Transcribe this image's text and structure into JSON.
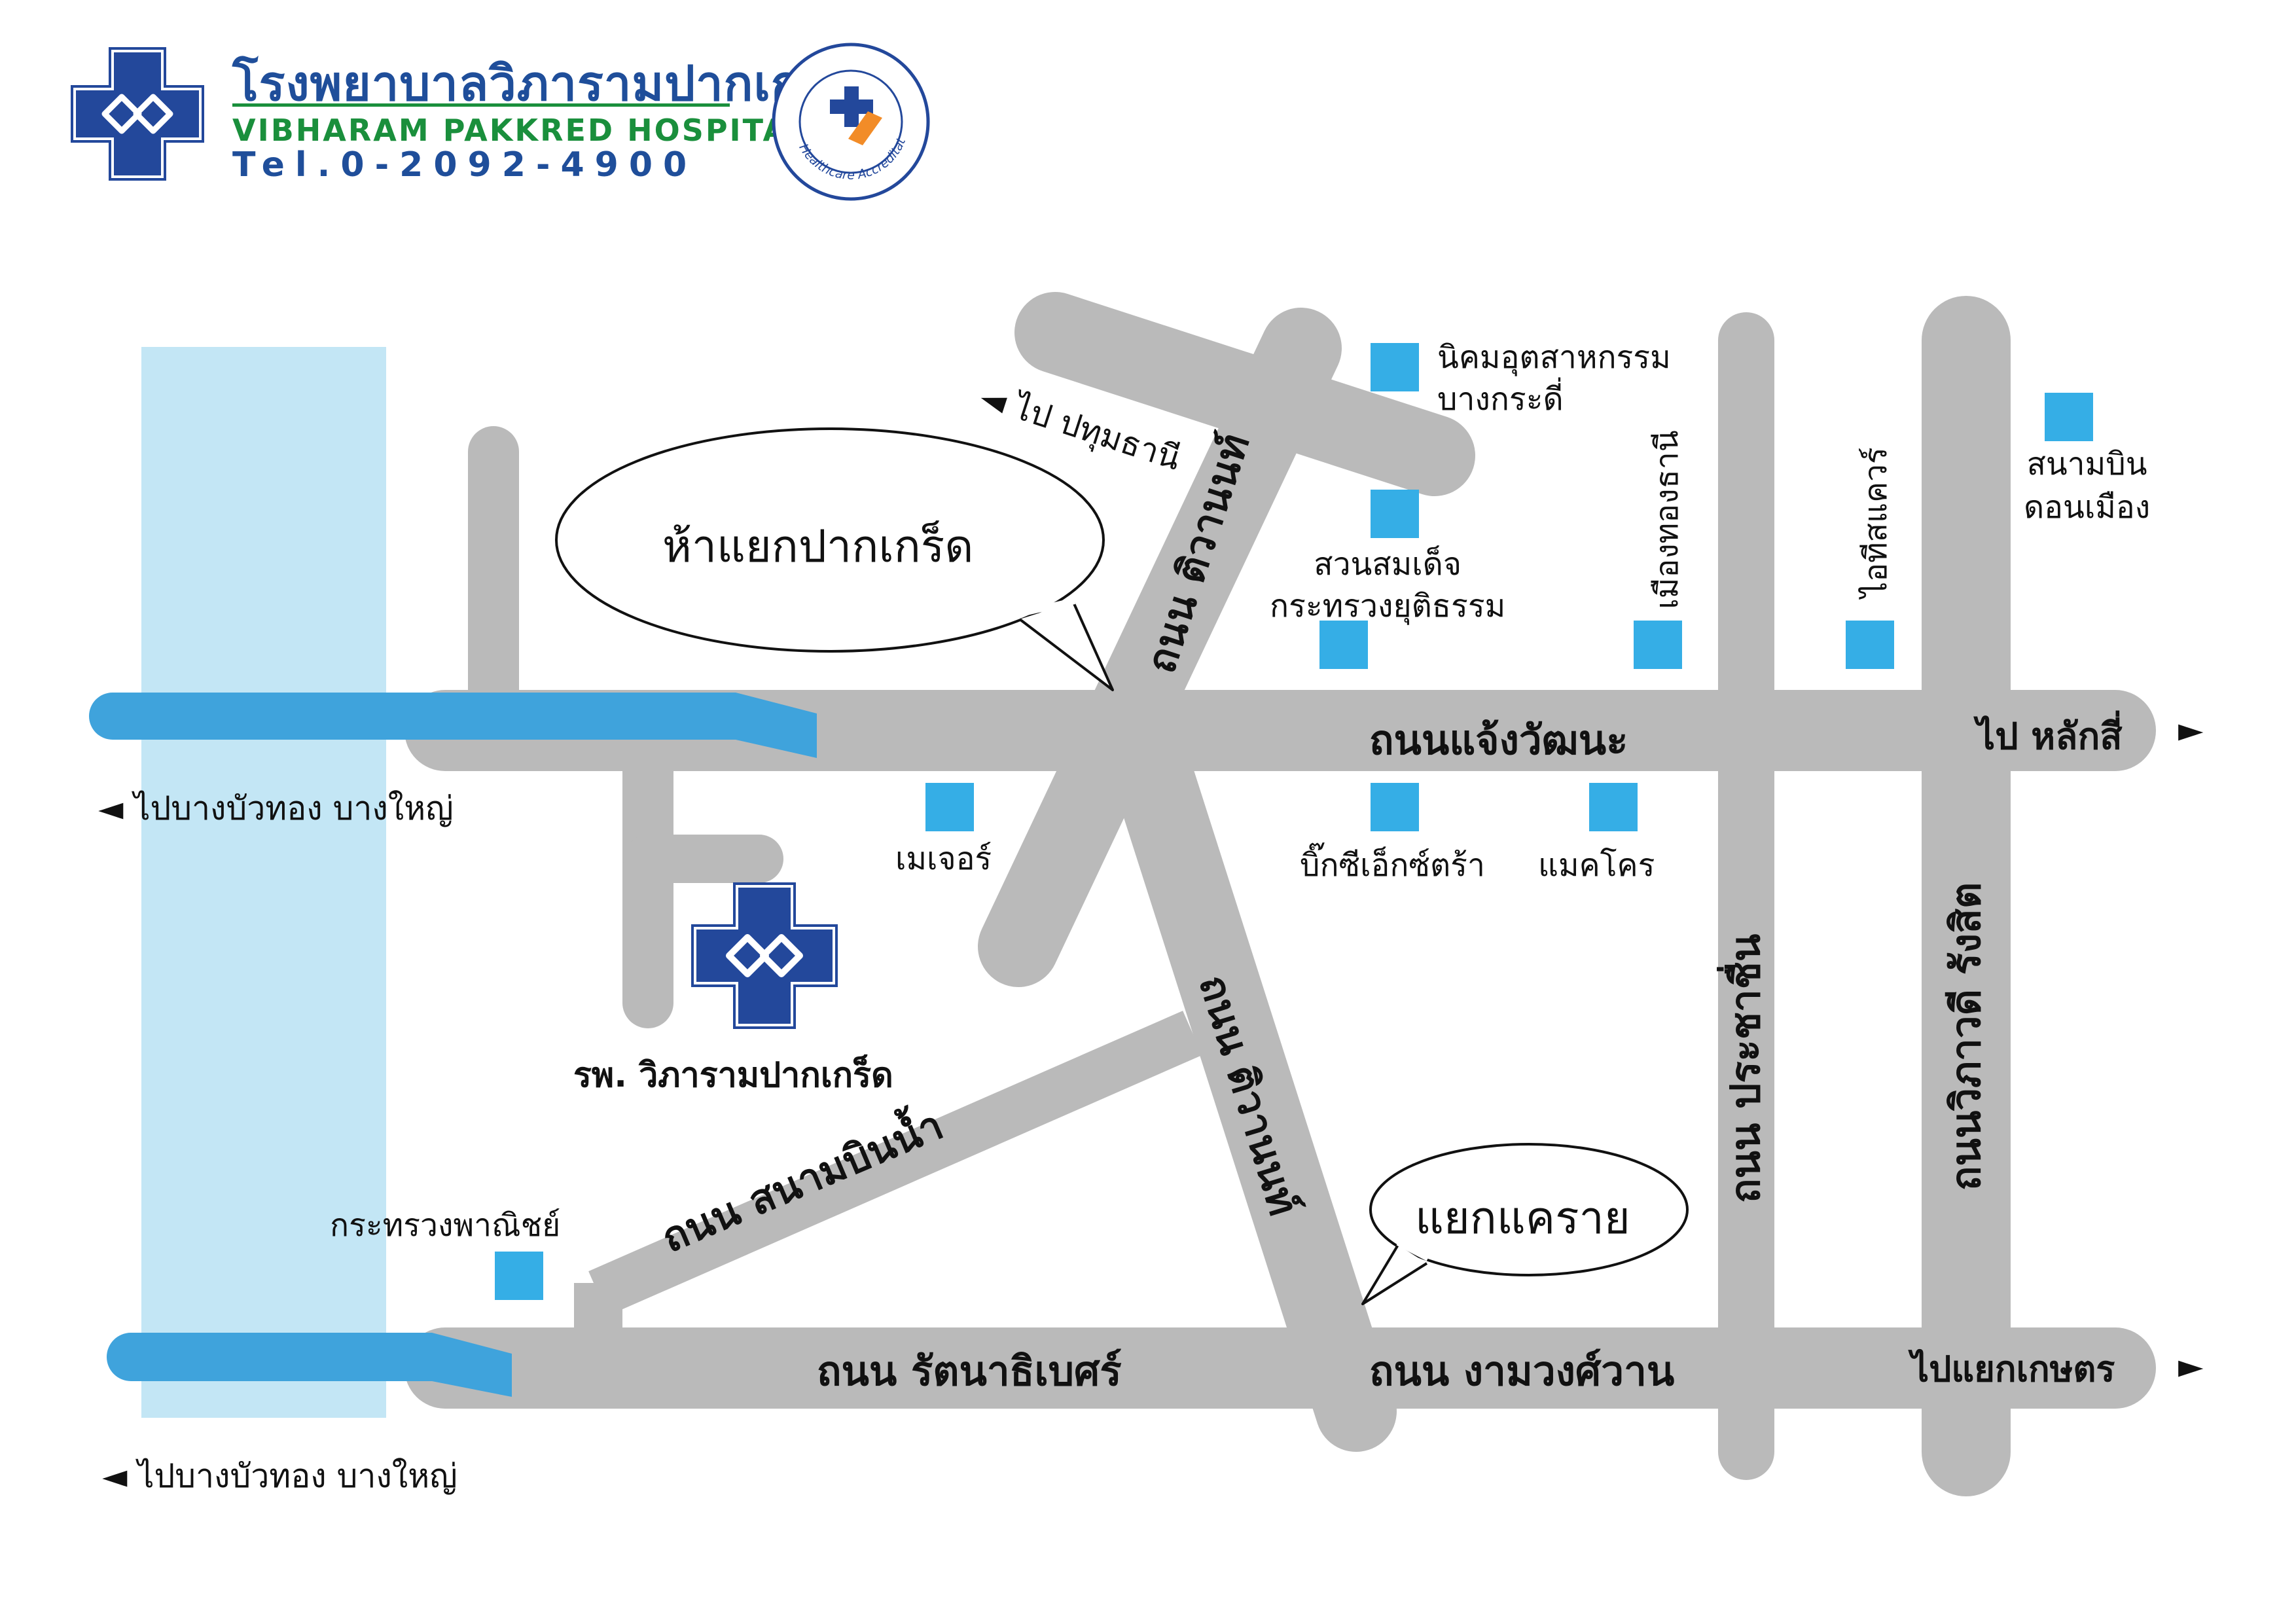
{
  "header": {
    "hospital_name_th": "โรงพยาบาลวิภารามปากเกร็ด",
    "hospital_name_en": "VIBHARAM PAKKRED HOSPITAL",
    "tel": "Tel.0-2092-4900",
    "accreditation_text": "Healthcare Accreditation"
  },
  "colors": {
    "road": "#bababa",
    "river": "#3fa3dc",
    "river_bank": "#c3e6f5",
    "landmark": "#35aee6",
    "hospital_blue": "#23489b",
    "brand_green": "#1a8f3c"
  },
  "roads": {
    "chaengwattana": "ถนนแจ้งวัฒนะ",
    "tiwanon_north": "ถนน ติวานนท์",
    "tiwanon_south": "ถนน ติวานนท์",
    "ratanathibet": "ถนน รัตนาธิเบศร์",
    "ngamwongwan": "ถนน งามวงศ์วาน",
    "sanambinnam": "ถนน สนามบินน้ำ",
    "prachachuen": "ถนน ประชาชื่น",
    "vibhavadi": "ถนนวิภาวดี รังสิต"
  },
  "directions": {
    "pathum_thani": "ไป ปทุมธานี",
    "lak_si": "ไป หลักสี่",
    "kaset": "ไปแยกเกษตร",
    "bang_bua_thong_1": "ไปบางบัวทอง บางใหญ่",
    "bang_bua_thong_2": "ไปบางบัวทอง บางใหญ่"
  },
  "landmarks": {
    "industrial_estate": [
      "นิคมอุตสาหกรรม",
      "บางกระดี่"
    ],
    "park": [
      "สวนสมเด็จ",
      "กระทรวงยุติธรรม"
    ],
    "muang_thong": "เมืองทองธานี",
    "it_square": "ไอทีสแควร์",
    "don_mueang": [
      "สนามบิน",
      "ดอนเมือง"
    ],
    "major": "เมเจอร์",
    "big_c": "บิ๊กซีเอ็กซ์ตร้า",
    "makro": "แมคโคร",
    "commerce_ministry": "กระทรวงพาณิชย์",
    "hospital": "รพ. วิภารามปากเกร็ด"
  },
  "bubbles": {
    "pak_kret": "ห้าแยกปากเกร็ด",
    "khae_rai": "แยกแคราย"
  },
  "arrows": {
    "left": "◄",
    "right": "►"
  }
}
